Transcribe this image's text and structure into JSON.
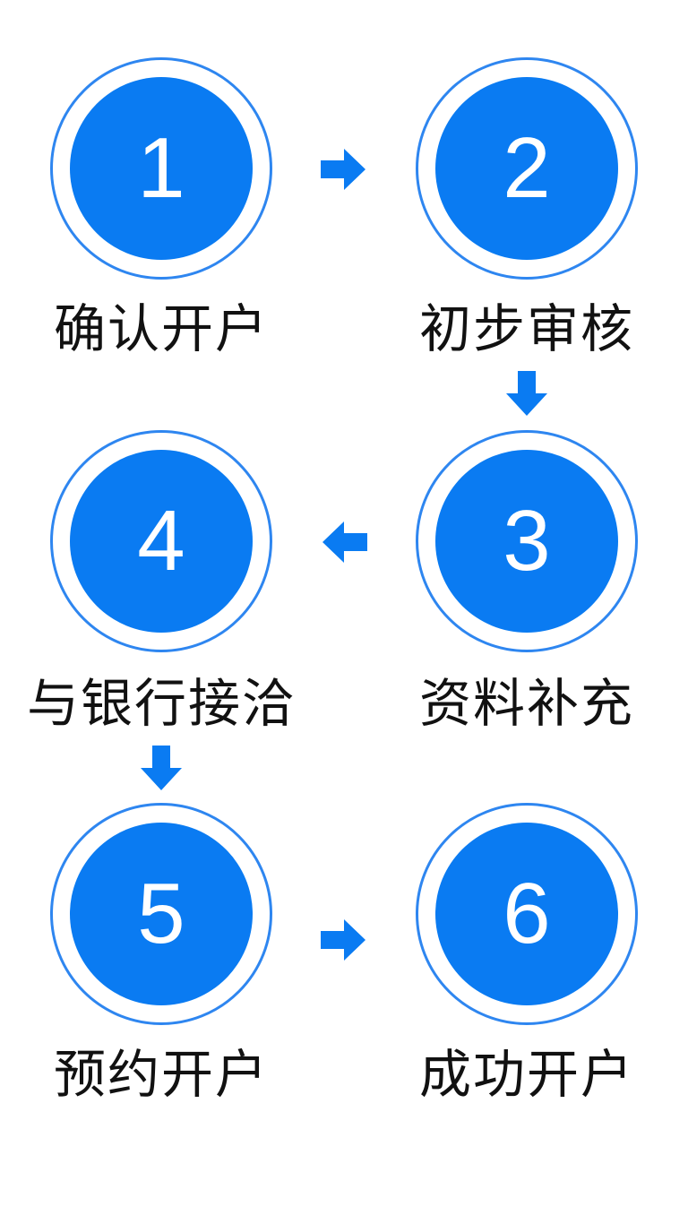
{
  "colors": {
    "accent": "#0a7bf2",
    "ring": "#2e86f0",
    "label": "#111111",
    "background": "#ffffff"
  },
  "steps": [
    {
      "number": "1",
      "label": "确认开户"
    },
    {
      "number": "2",
      "label": "初步审核"
    },
    {
      "number": "3",
      "label": "资料补充"
    },
    {
      "number": "4",
      "label": "与银行接洽"
    },
    {
      "number": "5",
      "label": "预约开户"
    },
    {
      "number": "6",
      "label": "成功开户"
    }
  ],
  "arrows": [
    {
      "from": "1",
      "to": "2",
      "direction": "right"
    },
    {
      "from": "2",
      "to": "3",
      "direction": "down"
    },
    {
      "from": "3",
      "to": "4",
      "direction": "left"
    },
    {
      "from": "4",
      "to": "5",
      "direction": "down"
    },
    {
      "from": "5",
      "to": "6",
      "direction": "right"
    }
  ]
}
